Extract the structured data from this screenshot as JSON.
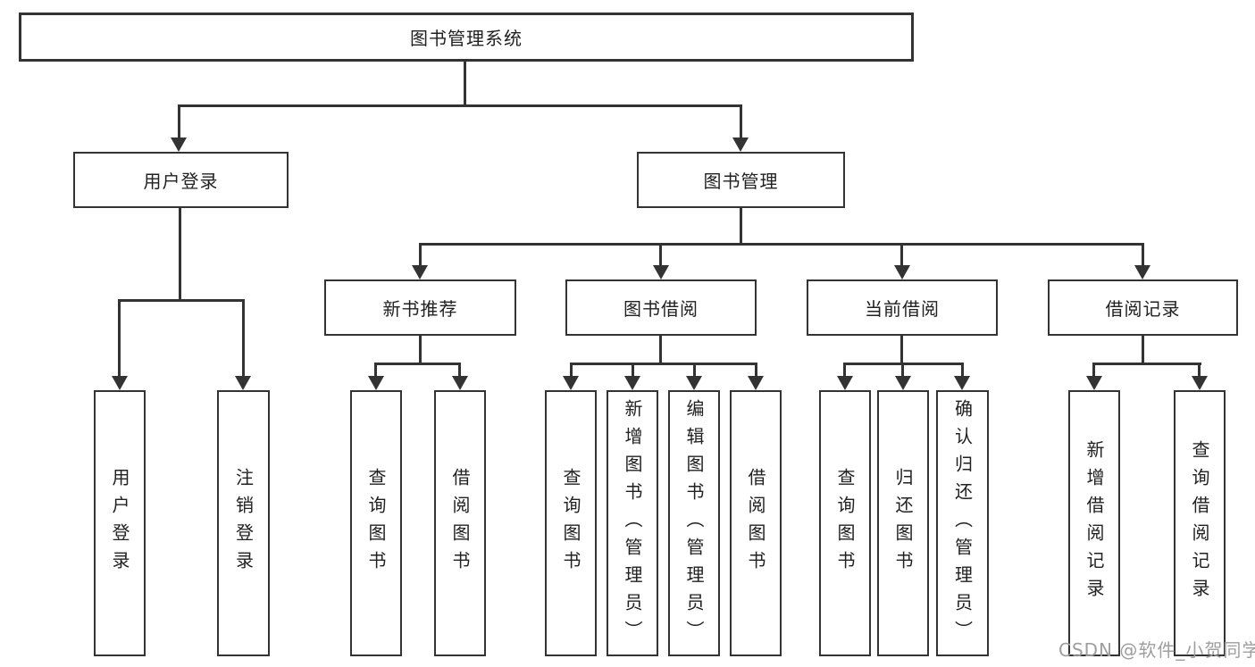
{
  "diagram": {
    "root": {
      "label": "图书管理系统"
    },
    "level2": [
      {
        "label": "用户登录"
      },
      {
        "label": "图书管理"
      }
    ],
    "level3": [
      {
        "label": "新书推荐"
      },
      {
        "label": "图书借阅"
      },
      {
        "label": "当前借阅"
      },
      {
        "label": "借阅记录"
      }
    ],
    "leaves": {
      "user_login": [
        {
          "label": "用户登录"
        },
        {
          "label": "注销登录"
        }
      ],
      "new_books": [
        {
          "label": "查询图书"
        },
        {
          "label": "借阅图书"
        }
      ],
      "book_borrowing": [
        {
          "label": "查询图书"
        },
        {
          "label": "新增图书（管理员）"
        },
        {
          "label": "编辑图书（管理员）"
        },
        {
          "label": "借阅图书"
        }
      ],
      "current_borrowing": [
        {
          "label": "查询图书"
        },
        {
          "label": "归还图书"
        },
        {
          "label": "确认归还（管理员）"
        }
      ],
      "borrowing_records": [
        {
          "label": "新增借阅记录"
        },
        {
          "label": "查询借阅记录"
        }
      ]
    }
  },
  "watermark": {
    "text": "CSDN @软件_小贺同学"
  },
  "colors": {
    "line": "#333333",
    "box_border": "#333333",
    "text": "#212121",
    "background": "#ffffff",
    "watermark": "#9e9e9e"
  }
}
